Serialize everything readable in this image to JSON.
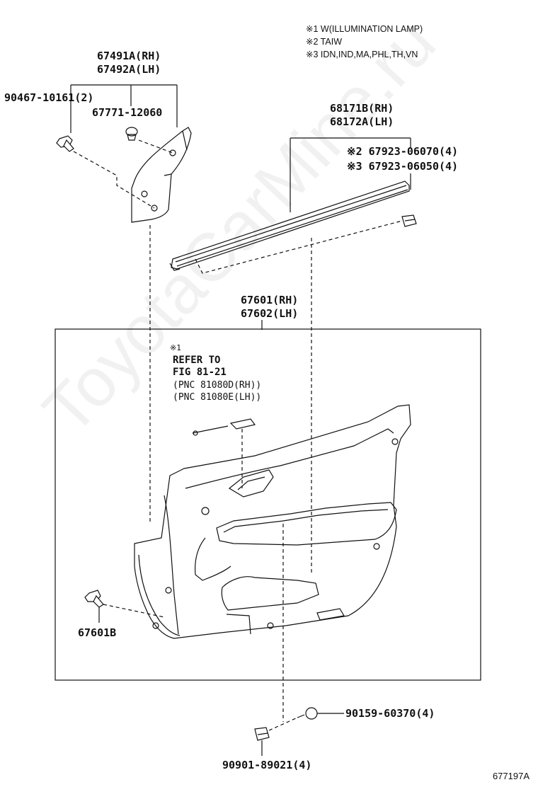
{
  "notes": [
    "※1 W(ILLUMINATION LAMP)",
    "※2 TAIW",
    "※3 IDN,IND,MA,PHL,TH,VN"
  ],
  "parts": {
    "garnish_rh": "67491A(RH)",
    "garnish_lh": "67492A(LH)",
    "clip_a": "90467-10161(2)",
    "clip_b": "67771-12060",
    "weatherstrip_rh": "68171B(RH)",
    "weatherstrip_lh": "68172A(LH)",
    "ws_clip_taiw": "※2 67923-06070(4)",
    "ws_clip_other": "※3 67923-06050(4)",
    "panel_rh": "67601(RH)",
    "panel_lh": "67602(LH)",
    "panel_clip": "67601B",
    "screw": "90159-60370(4)",
    "cap": "90901-89021(4)"
  },
  "reference": {
    "mark": "※1",
    "line1": "REFER TO",
    "line2": "FIG 81-21",
    "line3": "(PNC 81080D(RH))",
    "line4": "(PNC 81080E(LH))"
  },
  "watermark": "ToyotaCarMine.ru",
  "figure_number": "677197A"
}
